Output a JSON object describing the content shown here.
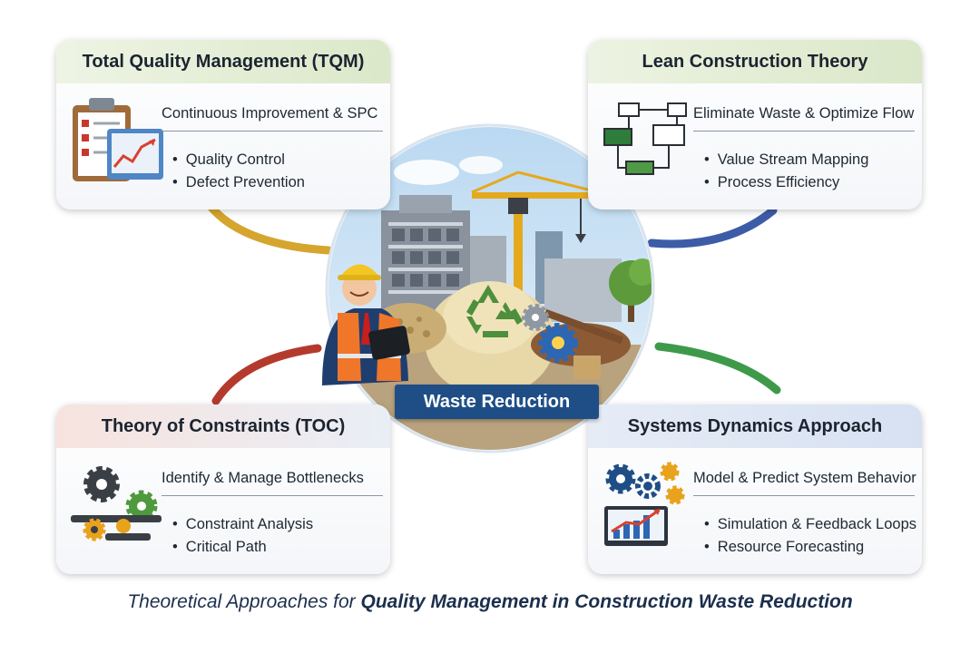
{
  "cards": [
    {
      "title": "Total Quality Management (TQM)",
      "subtitle": "Continuous Improvement & SPC",
      "bullets": [
        "Quality Control",
        "Defect Prevention"
      ],
      "icon": "clipboard-chart-icon",
      "accent": "#d7e6c4"
    },
    {
      "title": "Lean Construction Theory",
      "subtitle": "Eliminate Waste & Optimize Flow",
      "bullets": [
        "Value Stream Mapping",
        "Process Efficiency"
      ],
      "icon": "flowchart-icon",
      "accent": "#d7e6c4"
    },
    {
      "title": "Theory of Constraints (TOC)",
      "subtitle": "Identify & Manage Bottlenecks",
      "bullets": [
        "Constraint Analysis",
        "Critical Path"
      ],
      "icon": "gears-conveyor-icon",
      "accent": "#f1d6cf"
    },
    {
      "title": "Systems Dynamics Approach",
      "subtitle": "Model & Predict System Behavior",
      "bullets": [
        "Simulation & Feedback Loops",
        "Resource Forecasting"
      ],
      "icon": "gears-chart-icon",
      "accent": "#d2def1"
    }
  ],
  "center": {
    "label": "Waste Reduction",
    "icon": "recycle-icon"
  },
  "footer": {
    "prefix": "Theoretical Approaches for ",
    "emphasis": "Quality Management in Construction Waste Reduction"
  },
  "colors": {
    "arrow_tqm": "#d5a52e",
    "arrow_lean": "#3d5ca8",
    "arrow_toc": "#b53a2e",
    "arrow_sd": "#3e9a4a",
    "arrowhead": "#3a78c4",
    "banner": "#1f4e86",
    "recycle": "#4d8f3c"
  }
}
